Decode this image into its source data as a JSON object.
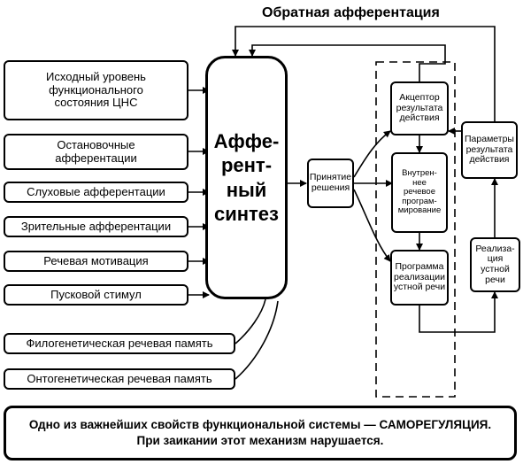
{
  "title": "Обратная афферентация",
  "inputs": [
    "Исходный уровень\nфункционального\nсостояния ЦНС",
    "Остановочные\nафферентации",
    "Слуховые афферентации",
    "Зрительные афферентации",
    "Речевая мотивация",
    "Пусковой стимул"
  ],
  "memory": [
    "Филогенетическая речевая память",
    "Онтогенетическая речевая память"
  ],
  "synthesis": "Аффе-\nрент-\nный\nсинтез",
  "decision": "Принятие\nрешения",
  "acceptor": "Акцептор\nрезультата\nдействия",
  "inner_program": "Внутрен-\nнее\nречевое\nпрограм-\nмирование",
  "realization_program": "Программа\nреализации\nустной речи",
  "result_params": "Параметры\nрезультата\nдействия",
  "realization": "Реализа-\nция устной\nречи",
  "footer": {
    "line1": "Одно из важнейших свойств функциональной системы — САМОРЕГУЛЯЦИЯ.",
    "line2": "При заикании этот механизм нарушается."
  }
}
